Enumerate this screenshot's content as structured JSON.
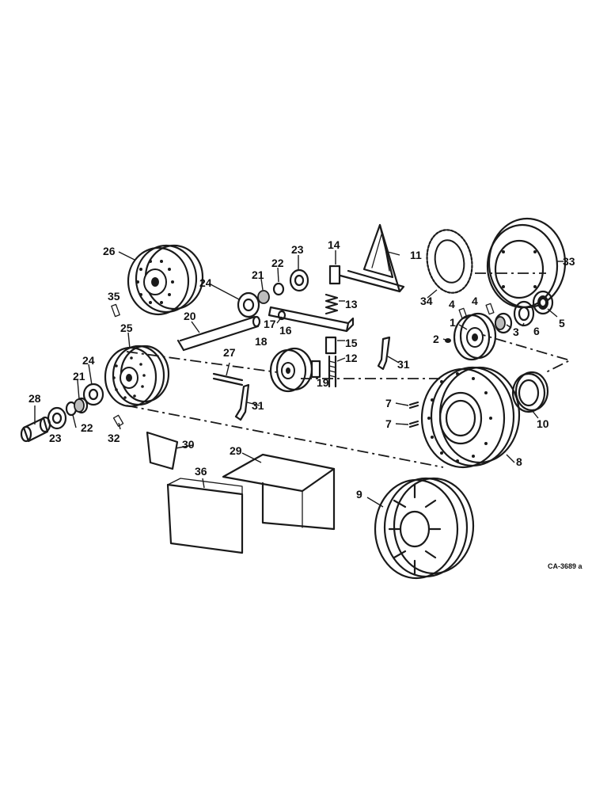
{
  "diagram": {
    "drawing_ref": "CA-3689 a",
    "callouts": [
      "1",
      "2",
      "3",
      "4",
      "4",
      "5",
      "6",
      "7",
      "7",
      "8",
      "9",
      "10",
      "11",
      "12",
      "13",
      "14",
      "15",
      "16",
      "17",
      "18",
      "19",
      "20",
      "21",
      "21",
      "22",
      "22",
      "23",
      "23",
      "24",
      "24",
      "25",
      "26",
      "27",
      "28",
      "29",
      "30",
      "31",
      "31",
      "32",
      "33",
      "34",
      "35",
      "36"
    ]
  }
}
